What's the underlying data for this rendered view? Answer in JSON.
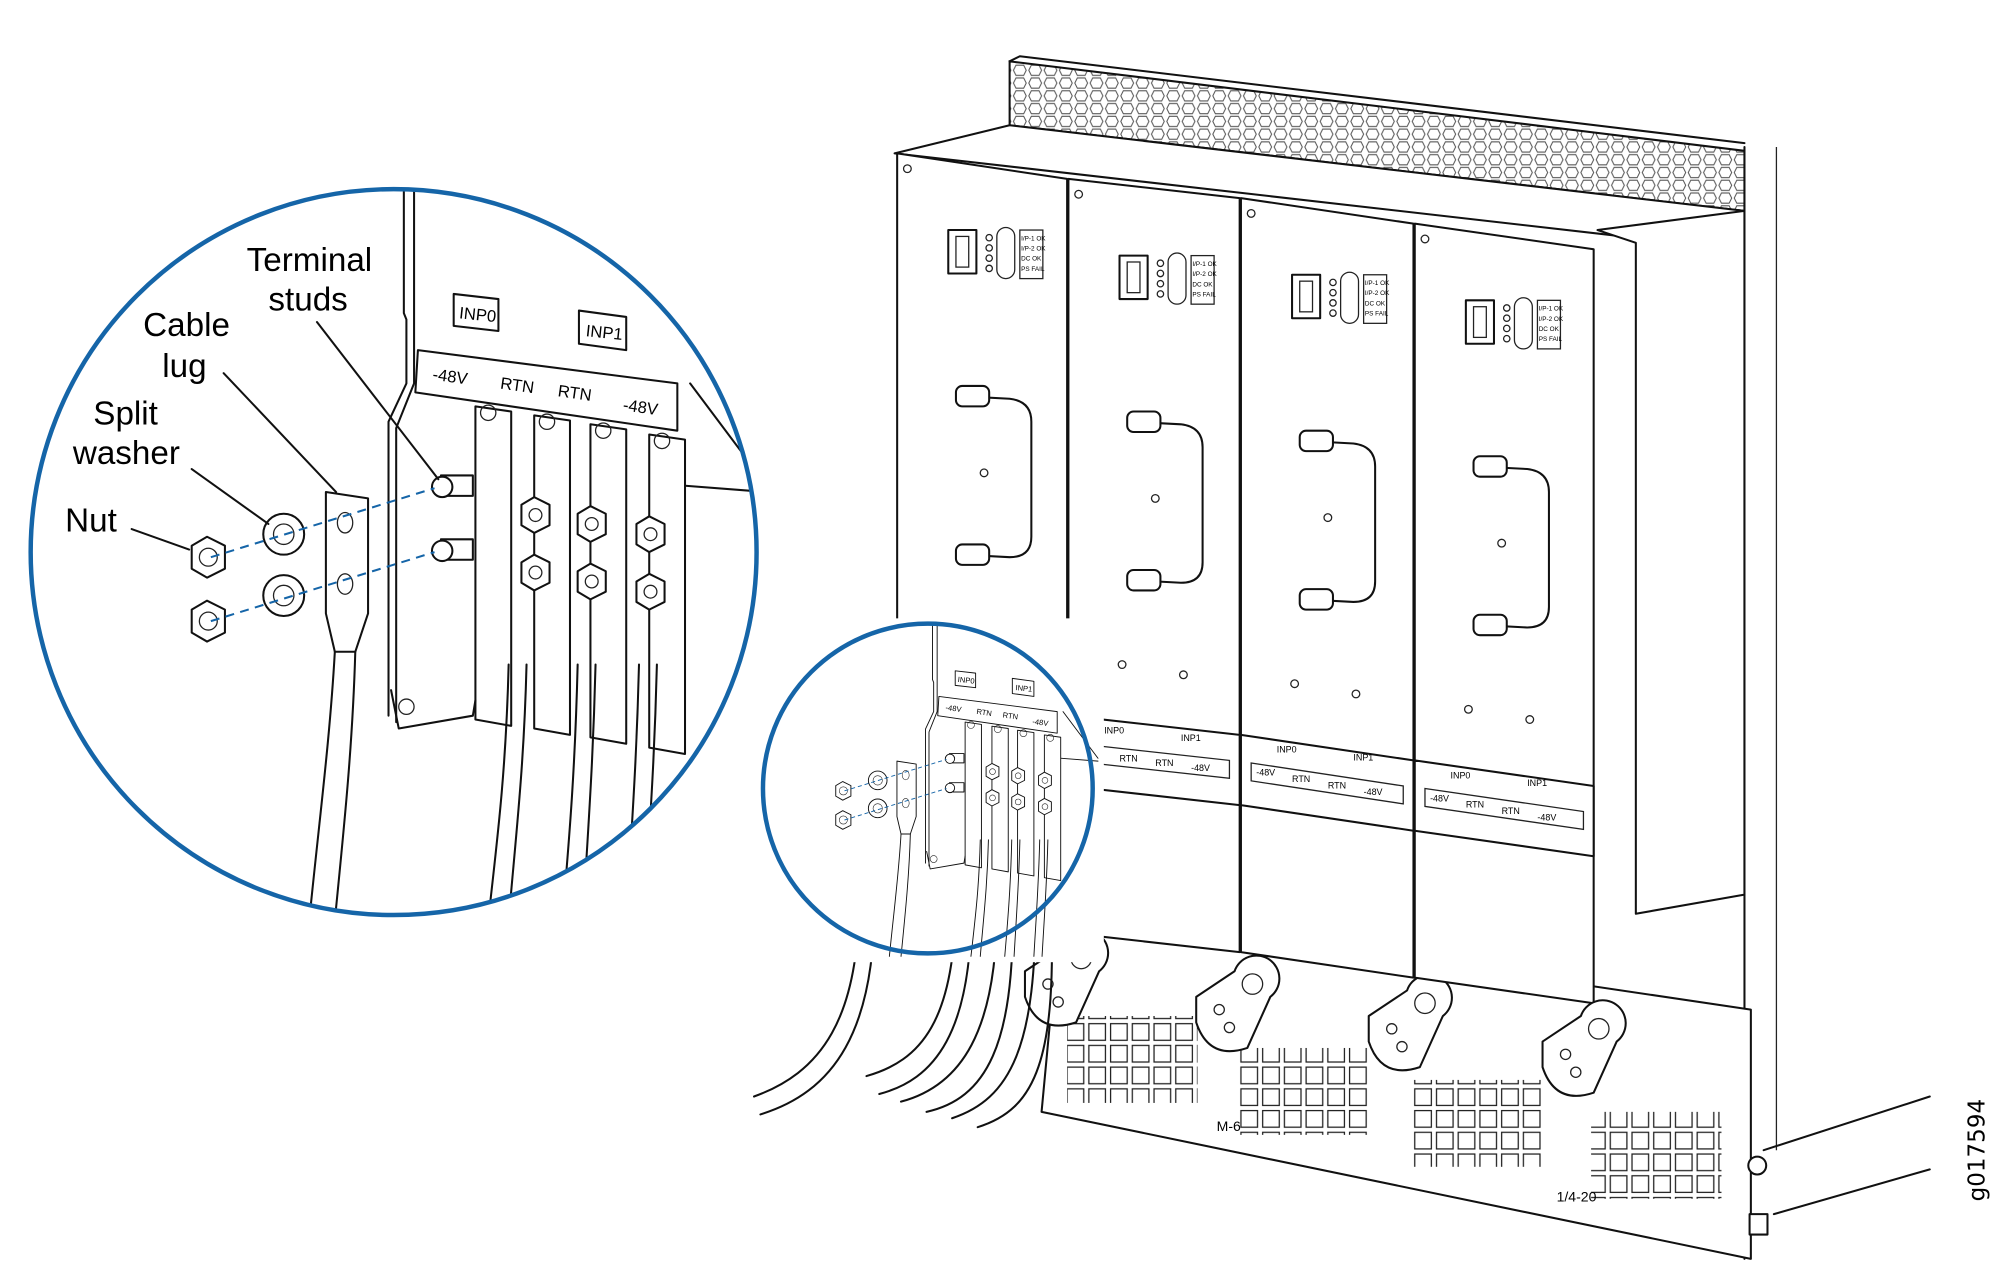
{
  "callouts": {
    "terminal_studs": [
      "Terminal",
      "studs"
    ],
    "cable_lug": [
      "Cable",
      "lug"
    ],
    "split_washer": [
      "Split",
      "washer"
    ],
    "nut": [
      "Nut"
    ]
  },
  "terminal_panel": {
    "inputs": [
      "INP0",
      "INP1"
    ],
    "terminals": [
      "-48V",
      "RTN",
      "RTN",
      "-48V"
    ]
  },
  "psu_leds": [
    "I/P-1 OK",
    "I/P-2 OK",
    "DC OK",
    "PS FAIL"
  ],
  "ground_labels": {
    "m6": "M-6",
    "quarter20": "1/4-20"
  },
  "figure_id": "g017594",
  "colors": {
    "callout_circle": "#1565a8",
    "line": "#111111"
  }
}
